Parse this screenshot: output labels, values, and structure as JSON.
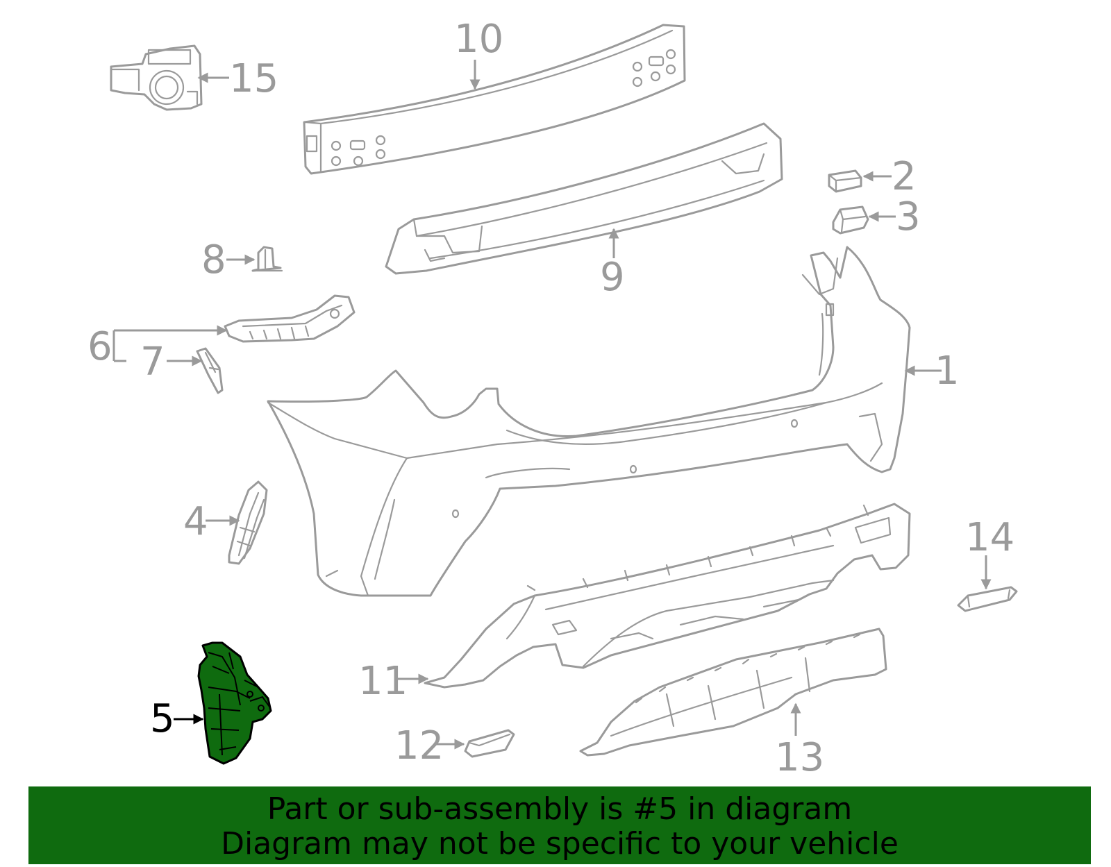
{
  "callouts": [
    {
      "id": "1",
      "label": "1"
    },
    {
      "id": "2",
      "label": "2"
    },
    {
      "id": "3",
      "label": "3"
    },
    {
      "id": "4",
      "label": "4"
    },
    {
      "id": "5",
      "label": "5"
    },
    {
      "id": "6",
      "label": "6"
    },
    {
      "id": "7",
      "label": "7"
    },
    {
      "id": "8",
      "label": "8"
    },
    {
      "id": "9",
      "label": "9"
    },
    {
      "id": "10",
      "label": "10"
    },
    {
      "id": "11",
      "label": "11"
    },
    {
      "id": "12",
      "label": "12"
    },
    {
      "id": "13",
      "label": "13"
    },
    {
      "id": "14",
      "label": "14"
    },
    {
      "id": "15",
      "label": "15"
    }
  ],
  "highlighted_part": "5",
  "colors": {
    "highlight": "#0f6b0f",
    "outline": "#9a9a9a",
    "banner": "#0f6b0f"
  },
  "banner": {
    "line1": "Part or sub-assembly is #5 in diagram",
    "line2": "Diagram may not be specific to your vehicle"
  }
}
